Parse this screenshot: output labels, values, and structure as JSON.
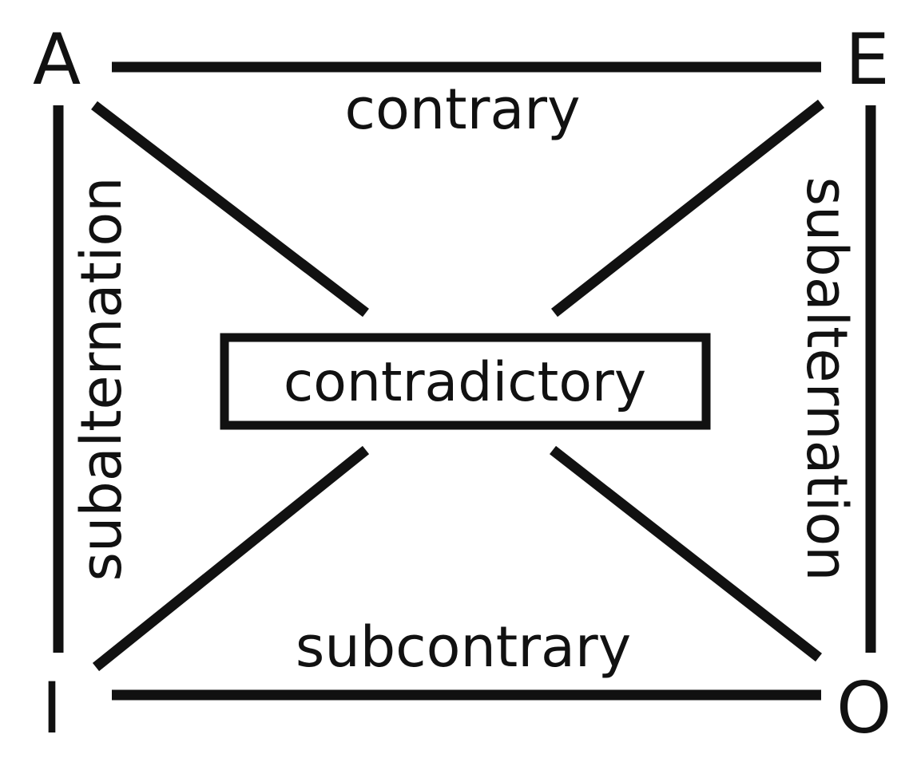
{
  "diagram": {
    "corners": {
      "top_left": "A",
      "top_right": "E",
      "bottom_left": "I",
      "bottom_right": "O"
    },
    "relations": {
      "top": "contrary",
      "center": "contradictory",
      "left": "subalternation",
      "right": "subalternation",
      "bottom": "subcontrary"
    }
  }
}
